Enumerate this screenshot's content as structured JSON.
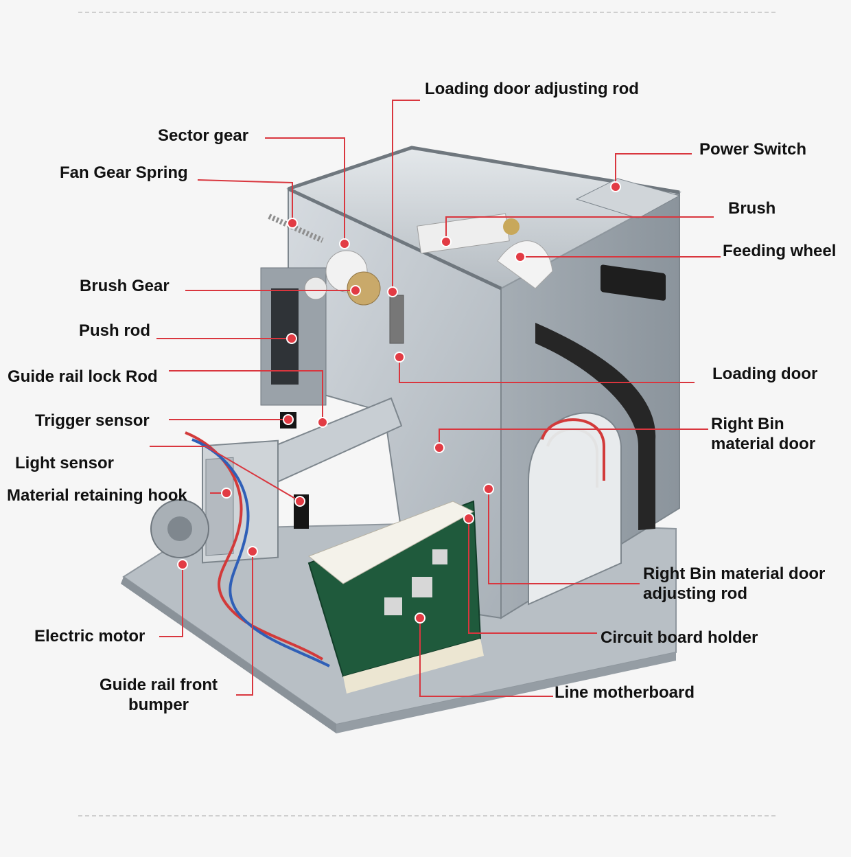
{
  "colors": {
    "background": "#f6f6f6",
    "leader_line": "#d9363e",
    "callout_dot": "#e23b44",
    "label_text": "#111111",
    "metal": "#bfc6cc",
    "foam": "#2a2a2a",
    "pcb": "#1f5a3c"
  },
  "labels": {
    "loading_door_adjusting_rod": "Loading door adjusting rod",
    "sector_gear": "Sector gear",
    "power_switch": "Power Switch",
    "fan_gear_spring": "Fan Gear Spring",
    "brush": "Brush",
    "feeding_wheel": "Feeding wheel",
    "brush_gear": "Brush Gear",
    "push_rod": "Push rod",
    "guide_rail_lock_rod": "Guide rail lock Rod",
    "loading_door": "Loading door",
    "trigger_sensor": "Trigger sensor",
    "right_bin_material_door": "Right Bin\nmaterial door",
    "light_sensor": "Light sensor",
    "material_retaining_hook": "Material retaining hook",
    "right_bin_material_door_adjusting_rod": "Right Bin material door\nadjusting rod",
    "electric_motor": "Electric motor",
    "circuit_board_holder": "Circuit board holder",
    "guide_rail_front_bumper": "Guide rail front\nbumper",
    "line_motherboard": "Line motherboard"
  }
}
